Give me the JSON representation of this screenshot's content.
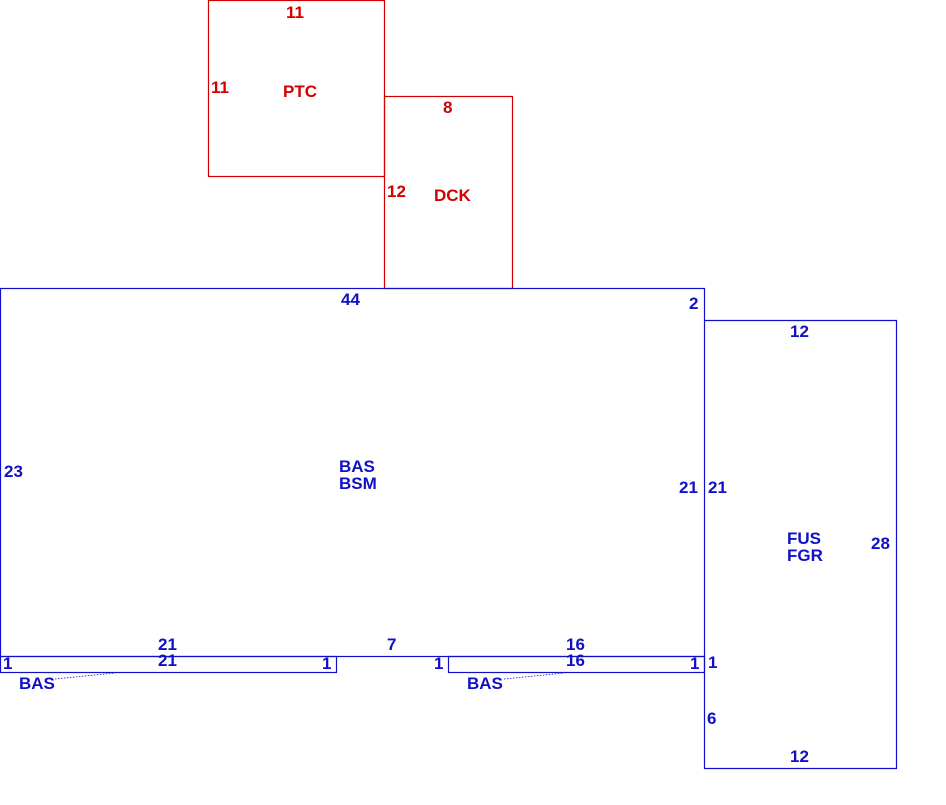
{
  "colors": {
    "annex": "#d40000",
    "main": "#1010c8",
    "background": "#ffffff"
  },
  "areas": {
    "ptc": {
      "code": "PTC",
      "top": "11",
      "left": "11"
    },
    "dck": {
      "code": "DCK",
      "top": "8",
      "left": "12"
    },
    "main": {
      "code1": "BAS",
      "code2": "BSM",
      "top": "44",
      "right_top": "2",
      "left": "23",
      "right": "21",
      "bottom_left": "21",
      "bottom_mid": "7",
      "bottom_right": "16"
    },
    "garage": {
      "code1": "FUS",
      "code2": "FGR",
      "top": "12",
      "left": "21",
      "right": "28",
      "bottom": "12",
      "left_lower": "6",
      "left_step": "1"
    },
    "bas_left": {
      "code": "BAS",
      "top": "21",
      "left": "1",
      "right": "1"
    },
    "bas_right": {
      "code": "BAS",
      "top": "16",
      "left": "1",
      "right": "1"
    }
  }
}
